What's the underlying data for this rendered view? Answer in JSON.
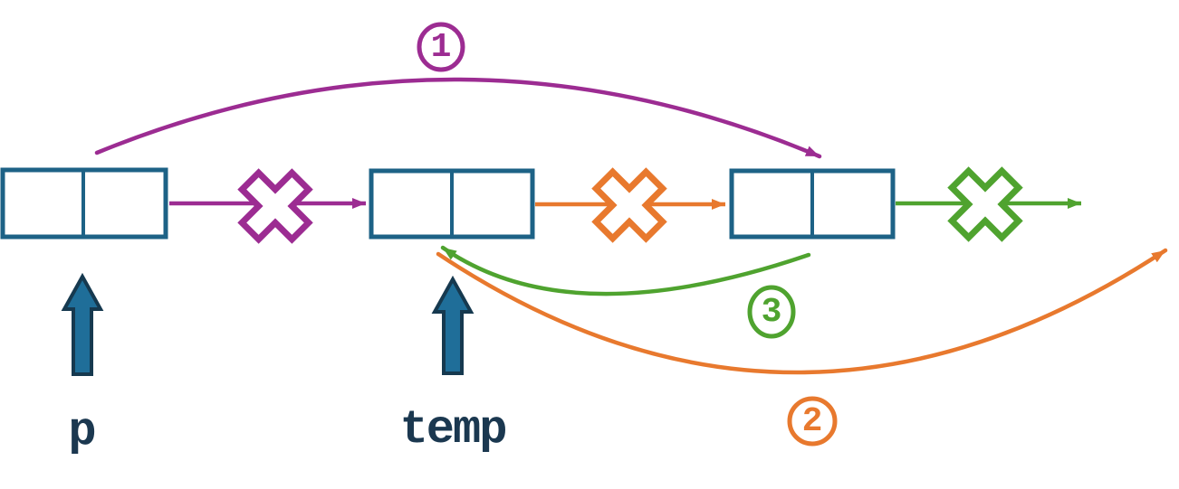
{
  "diagram_type": "linked-list pointer diagram",
  "labels": {
    "p": "p",
    "temp": "temp"
  },
  "steps": [
    {
      "number": "1",
      "color": "#9C2C92",
      "from": "node-1",
      "to": "node-3"
    },
    {
      "number": "2",
      "color": "#E8792E",
      "from": "node-2",
      "to": "past-node-3"
    },
    {
      "number": "3",
      "color": "#4FA32F",
      "from": "node-3",
      "to": "node-2"
    }
  ],
  "nodes": [
    {
      "name": "node-1",
      "data": "",
      "next": ""
    },
    {
      "name": "node-2",
      "data": "",
      "next": ""
    },
    {
      "name": "node-3",
      "data": "",
      "next": ""
    }
  ],
  "colors": {
    "node_border": "#1D6286",
    "node_fill": "#FFFFFF",
    "pointer_arrow_fill": "#1F6E99",
    "pointer_arrow_border": "#16394F",
    "label_text": "#1B3850",
    "step1_purple": "#9C2C92",
    "step2_orange": "#E8792E",
    "step3_green": "#4FA32F",
    "background": "#FFFFFF"
  }
}
